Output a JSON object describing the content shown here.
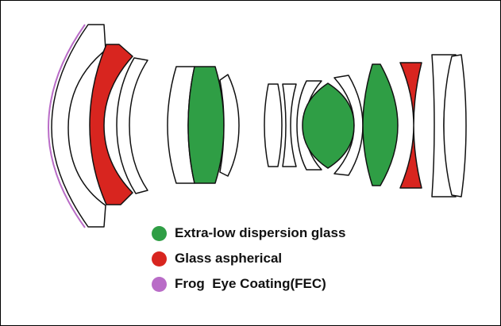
{
  "colors": {
    "ed_glass": "#2f9e45",
    "aspherical": "#d8251f",
    "fec": "#b96cc7",
    "outline": "#111111",
    "plain_glass": "#ffffff"
  },
  "legend": {
    "items": [
      {
        "key": "ed",
        "label": "Extra-low dispersion glass",
        "color": "#2f9e45"
      },
      {
        "key": "aspherical",
        "label": "Glass aspherical",
        "color": "#d8251f"
      },
      {
        "key": "fec",
        "label": "Frog  Eye Coating(FEC)",
        "color": "#b96cc7"
      }
    ]
  },
  "elements": [
    {
      "id": "element-1",
      "material": "plain",
      "coating": "fec"
    },
    {
      "id": "element-2",
      "material": "aspherical"
    },
    {
      "id": "element-3",
      "material": "plain"
    },
    {
      "id": "element-4",
      "material": "plain"
    },
    {
      "id": "element-5",
      "material": "ed"
    },
    {
      "id": "element-6",
      "material": "plain"
    },
    {
      "id": "element-7",
      "material": "plain"
    },
    {
      "id": "element-8",
      "material": "plain"
    },
    {
      "id": "element-9",
      "material": "plain"
    },
    {
      "id": "element-10",
      "material": "ed"
    },
    {
      "id": "element-11",
      "material": "plain"
    },
    {
      "id": "element-12",
      "material": "ed"
    },
    {
      "id": "element-13",
      "material": "aspherical"
    },
    {
      "id": "element-14",
      "material": "plain"
    },
    {
      "id": "element-15",
      "material": "plain"
    }
  ]
}
